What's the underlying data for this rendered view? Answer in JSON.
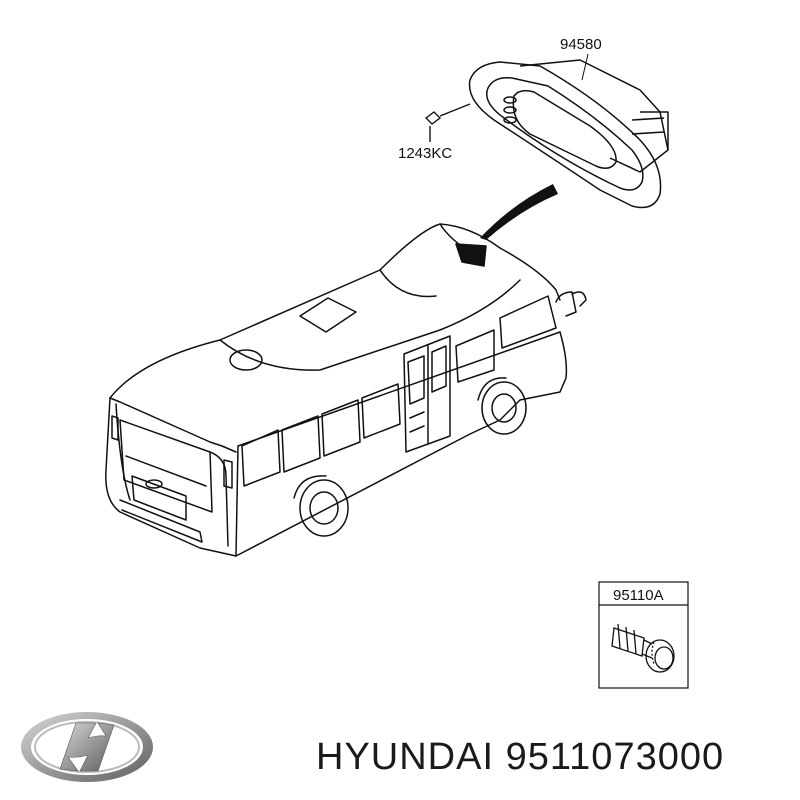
{
  "labels": {
    "lamp_part": "94580",
    "screw_part": "1243KC",
    "lighter_part": "95110A"
  },
  "footer": {
    "brand": "HYUNDAI",
    "part_number": "9511073000"
  },
  "icons": {
    "brand_logo": "hyundai-logo-icon"
  }
}
